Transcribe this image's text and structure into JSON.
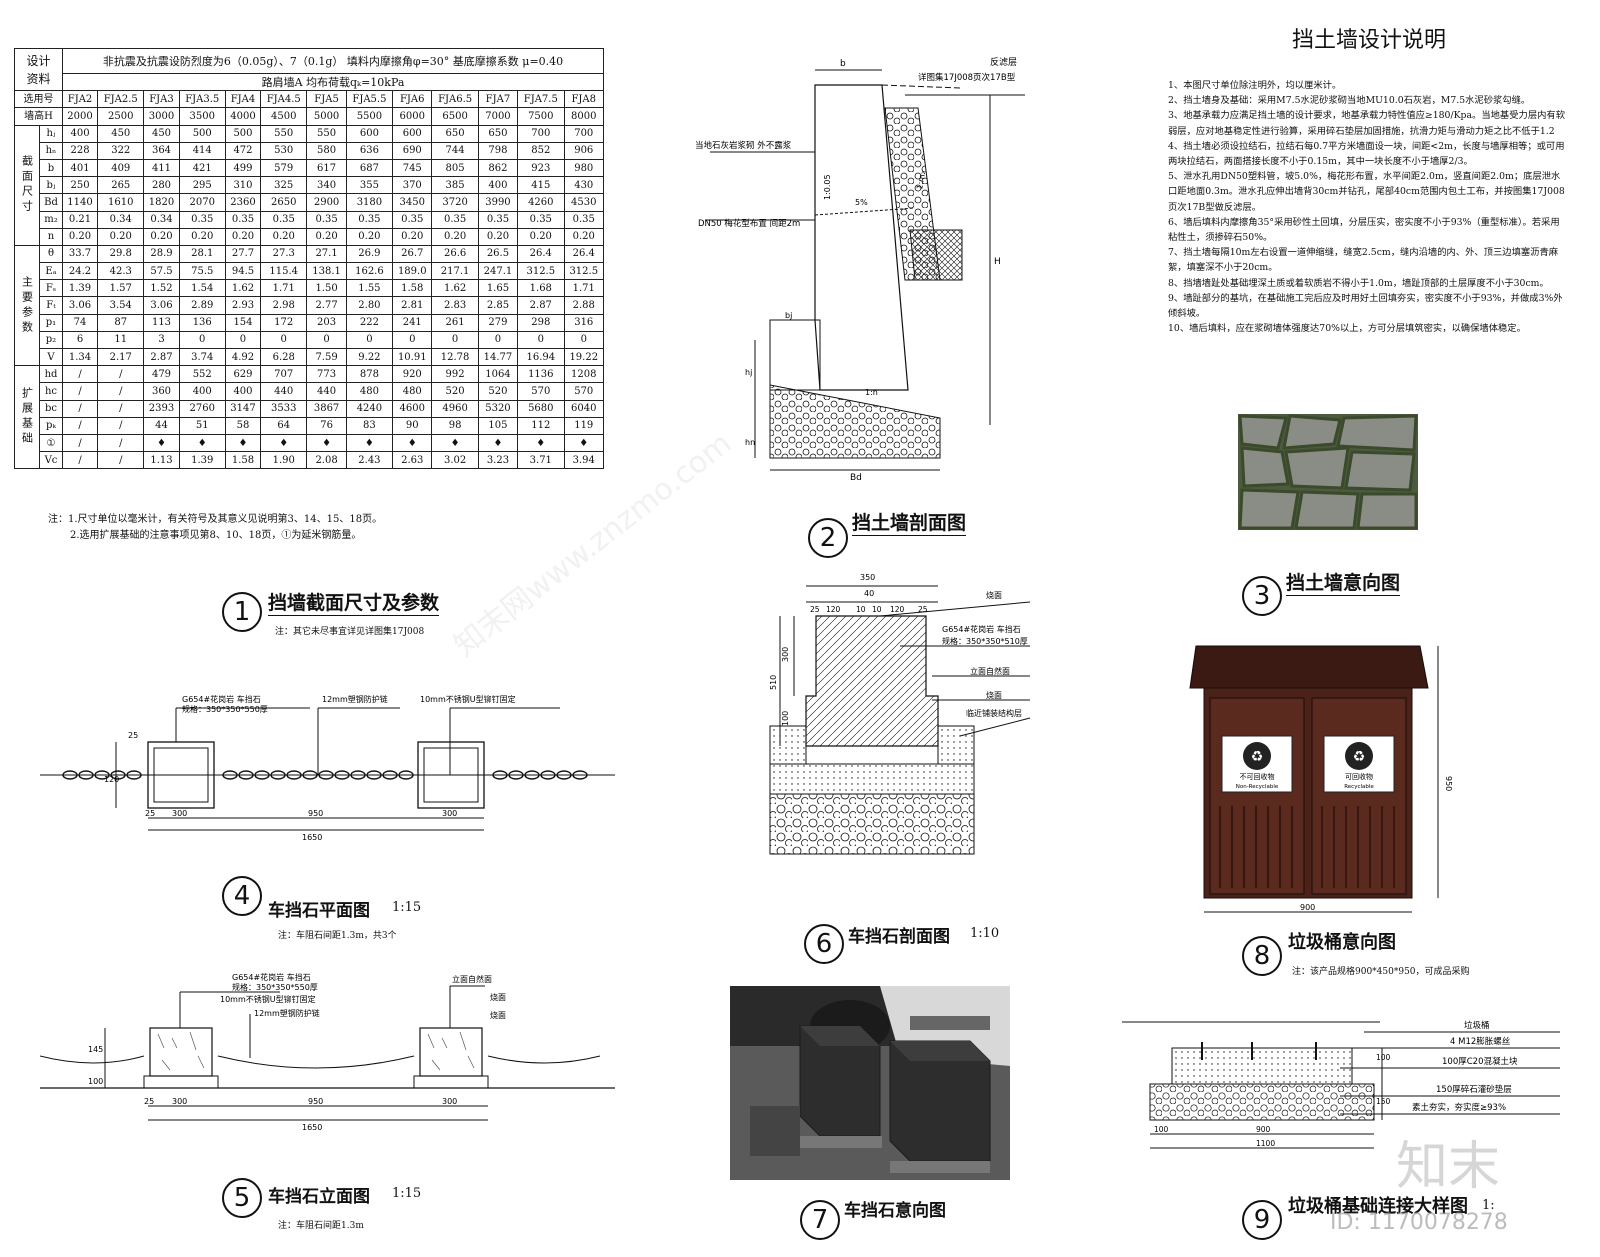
{
  "table": {
    "side_labels": [
      "设计\n资料",
      "截面尺寸",
      "主要参数",
      "扩展基础"
    ],
    "header_line1": "非抗震及抗震设防烈度为6（0.05g）、7（0.1g）  填料内摩擦角φ=30°  基底摩擦系数 μ=0.40",
    "header_line2": "路肩墙A        均布荷载qₖ=10kPa",
    "row_model_label": "选用号",
    "row_height_label": "墙高H",
    "models": [
      "FJA2",
      "FJA2.5",
      "FJA3",
      "FJA3.5",
      "FJA4",
      "FJA4.5",
      "FJA5",
      "FJA5.5",
      "FJA6",
      "FJA6.5",
      "FJA7",
      "FJA7.5",
      "FJA8"
    ],
    "heights": [
      "2000",
      "2500",
      "3000",
      "3500",
      "4000",
      "4500",
      "5000",
      "5500",
      "6000",
      "6500",
      "7000",
      "7500",
      "8000"
    ],
    "section_rows": [
      {
        "label": "hⱼ",
        "values": [
          "400",
          "450",
          "450",
          "500",
          "500",
          "550",
          "550",
          "600",
          "600",
          "650",
          "650",
          "700",
          "700"
        ]
      },
      {
        "label": "hₙ",
        "values": [
          "228",
          "322",
          "364",
          "414",
          "472",
          "530",
          "580",
          "636",
          "690",
          "744",
          "798",
          "852",
          "906"
        ]
      },
      {
        "label": "b",
        "values": [
          "401",
          "409",
          "411",
          "421",
          "499",
          "579",
          "617",
          "687",
          "745",
          "805",
          "862",
          "923",
          "980"
        ]
      },
      {
        "label": "bⱼ",
        "values": [
          "250",
          "265",
          "280",
          "295",
          "310",
          "325",
          "340",
          "355",
          "370",
          "385",
          "400",
          "415",
          "430"
        ]
      },
      {
        "label": "Bd",
        "values": [
          "1140",
          "1610",
          "1820",
          "2070",
          "2360",
          "2650",
          "2900",
          "3180",
          "3450",
          "3720",
          "3990",
          "4260",
          "4530"
        ]
      },
      {
        "label": "m₂",
        "values": [
          "0.21",
          "0.34",
          "0.34",
          "0.35",
          "0.35",
          "0.35",
          "0.35",
          "0.35",
          "0.35",
          "0.35",
          "0.35",
          "0.35",
          "0.35"
        ]
      },
      {
        "label": "n",
        "values": [
          "0.20",
          "0.20",
          "0.20",
          "0.20",
          "0.20",
          "0.20",
          "0.20",
          "0.20",
          "0.20",
          "0.20",
          "0.20",
          "0.20",
          "0.20"
        ]
      }
    ],
    "param_rows": [
      {
        "label": "θ",
        "values": [
          "33.7",
          "29.8",
          "28.9",
          "28.1",
          "27.7",
          "27.3",
          "27.1",
          "26.9",
          "26.7",
          "26.6",
          "26.5",
          "26.4",
          "26.4"
        ]
      },
      {
        "label": "Eₐ",
        "values": [
          "24.2",
          "42.3",
          "57.5",
          "75.5",
          "94.5",
          "115.4",
          "138.1",
          "162.6",
          "189.0",
          "217.1",
          "247.1",
          "312.5",
          "312.5"
        ]
      },
      {
        "label": "Fₛ",
        "values": [
          "1.39",
          "1.57",
          "1.52",
          "1.54",
          "1.62",
          "1.71",
          "1.50",
          "1.55",
          "1.58",
          "1.62",
          "1.65",
          "1.68",
          "1.71"
        ]
      },
      {
        "label": "Fₜ",
        "values": [
          "3.06",
          "3.54",
          "3.06",
          "2.89",
          "2.93",
          "2.98",
          "2.77",
          "2.80",
          "2.81",
          "2.83",
          "2.85",
          "2.87",
          "2.88"
        ]
      },
      {
        "label": "p₁",
        "values": [
          "74",
          "87",
          "113",
          "136",
          "154",
          "172",
          "203",
          "222",
          "241",
          "261",
          "279",
          "298",
          "316"
        ]
      },
      {
        "label": "p₂",
        "values": [
          "6",
          "11",
          "3",
          "0",
          "0",
          "0",
          "0",
          "0",
          "0",
          "0",
          "0",
          "0",
          "0"
        ]
      },
      {
        "label": "V",
        "values": [
          "1.34",
          "2.17",
          "2.87",
          "3.74",
          "4.92",
          "6.28",
          "7.59",
          "9.22",
          "10.91",
          "12.78",
          "14.77",
          "16.94",
          "19.22"
        ]
      }
    ],
    "ext_rows": [
      {
        "label": "hd",
        "values": [
          "/",
          "/",
          "479",
          "552",
          "629",
          "707",
          "773",
          "878",
          "920",
          "992",
          "1064",
          "1136",
          "1208"
        ]
      },
      {
        "label": "hc",
        "values": [
          "/",
          "/",
          "360",
          "400",
          "400",
          "440",
          "440",
          "480",
          "480",
          "520",
          "520",
          "570",
          "570"
        ]
      },
      {
        "label": "bc",
        "values": [
          "/",
          "/",
          "2393",
          "2760",
          "3147",
          "3533",
          "3867",
          "4240",
          "4600",
          "4960",
          "5320",
          "5680",
          "6040"
        ]
      },
      {
        "label": "pₖ",
        "values": [
          "/",
          "/",
          "44",
          "51",
          "58",
          "64",
          "76",
          "83",
          "90",
          "98",
          "105",
          "112",
          "119"
        ]
      },
      {
        "label": "①",
        "values": [
          "/",
          "/",
          "♦",
          "♦",
          "♦",
          "♦",
          "♦",
          "♦",
          "♦",
          "♦",
          "♦",
          "♦",
          "♦"
        ]
      },
      {
        "label": "Vc",
        "values": [
          "/",
          "/",
          "1.13",
          "1.39",
          "1.58",
          "1.90",
          "2.08",
          "2.43",
          "2.63",
          "3.02",
          "3.23",
          "3.71",
          "3.94"
        ]
      }
    ],
    "notes": [
      "注：1.尺寸单位以毫米计，有关符号及其意义见说明第3、14、15、18页。",
      "2.选用扩展基础的注意事项见第8、10、18页，①为延米钢筋量。"
    ]
  },
  "figures": [
    {
      "num": "1",
      "title": "挡墙截面尺寸及参数",
      "note": "注：其它未尽事宜详见详图集17J008",
      "scale": ""
    },
    {
      "num": "2",
      "title": "挡土墙剖面图",
      "note": "",
      "scale": ""
    },
    {
      "num": "3",
      "title": "挡土墙意向图",
      "note": "",
      "scale": ""
    },
    {
      "num": "4",
      "title": "车挡石平面图",
      "note": "注：车阻石间距1.3m，共3个",
      "scale": "1:15"
    },
    {
      "num": "5",
      "title": "车挡石立面图",
      "note": "注：车阻石间距1.3m",
      "scale": "1:15"
    },
    {
      "num": "6",
      "title": "车挡石剖面图",
      "note": "",
      "scale": "1:10"
    },
    {
      "num": "7",
      "title": "车挡石意向图",
      "note": "",
      "scale": ""
    },
    {
      "num": "8",
      "title": "垃圾桶意向图",
      "note": "注：该产品规格900*450*950，可成品采购",
      "scale": ""
    },
    {
      "num": "9",
      "title": "垃圾桶基础连接大样图",
      "note": "",
      "scale": "1:"
    }
  ],
  "design_notes": {
    "title": "挡土墙设计说明",
    "items": [
      "1、本图尺寸单位除注明外，均以厘米计。",
      "2、挡土墙身及基础：采用M7.5水泥砂浆砌当地MU10.0石灰岩，M7.5水泥砂浆勾缝。",
      "3、地基承载力应满足挡土墙的设计要求，地基承载力特性值应≥180/Kpa。当地基受力层内有软弱层，应对地基稳定性进行验算，采用碎石垫层加固措施，抗滑力矩与滑动力矩之比不低于1.2",
      "4、挡土墙必须设拉结石，拉结石每0.7平方米墙面设一块，间距<2m，长度与墙厚相等；或可用两块拉结石，两面搭接长度不小于0.15m，其中一块长度不小于墙厚2/3。",
      "5、泄水孔用DN50塑料管，坡5.0%，梅花形布置，水平间距2.0m，竖直间距2.0m；底层泄水口距地面0.3m。泄水孔应伸出墙背30cm并钻孔，尾部40cm范围内包土工布，并按图集17J008页次17B型做反滤层。",
      "6、墙后填料内摩擦角35°采用砂性土回填，分层压实，密实度不小于93%（重型标准）。若采用粘性土，须掺碎石50%。",
      "7、挡土墙每隔10m左右设置一道伸缩缝，缝宽2.5cm，缝内沿墙的内、外、顶三边填塞沥青麻絮，填塞深不小于20cm。",
      "8、挡墙墙趾处基础埋深土质或着软质岩不得小于1.0m，墙趾顶部的土层厚度不小于30cm。",
      "9、墙趾部分的基坑，在基础施工完后应及时用好土回填夯实，密实度不小于93%，并做成3%外倾斜坡。",
      "10、墙后填料，应在浆砌墙体强度达70%以上，方可分层填筑密实，以确保墙体稳定。"
    ]
  },
  "fig2_labels": {
    "b": "b",
    "filter": "反滤层",
    "filter_ref": "详图集17J008页次17B型",
    "masonry": "当地石灰岩浆砌 外不露浆",
    "slope1": "1:0.05",
    "slope2": "1:m₂",
    "drain_slope": "5%",
    "drain": "DN50 梅花型布置 间距2m",
    "H": "H",
    "bj": "bj",
    "hj": "hj",
    "hn": "hn",
    "base_slope": "1:n",
    "Bd": "Bd"
  },
  "fig4_labels": {
    "stone": "G654#花岗岩 车挡石",
    "spec": "规格：350*350*550厚",
    "chain": "12mm塑钢防护链",
    "fix": "10mm不锈钢U型铆钉固定",
    "d25": "25",
    "d120": "120",
    "d300": "300",
    "d950": "950",
    "d1650": "1650"
  },
  "fig5_labels": {
    "stone": "G654#花岗岩 车挡石",
    "spec": "规格：350*350*550厚",
    "fix": "10mm不锈钢U型铆钉固定",
    "chain": "12mm塑钢防护链",
    "face": "立面自然面",
    "burn1": "烧面",
    "burn2": "烧面",
    "d145": "145",
    "d100": "100",
    "d25": "25",
    "d300": "300",
    "d950": "950",
    "d1650": "1650"
  },
  "fig6_labels": {
    "d350": "350",
    "d40": "40",
    "d25": "25",
    "d120": "120",
    "d10": "10",
    "d300": "300",
    "d510": "510",
    "d100": "100",
    "burn": "烧面",
    "stone": "G654#花岗岩 车挡石",
    "spec": "规格：350*350*510厚",
    "face": "立面自然面",
    "burn2": "烧面",
    "paving": "临近铺装结构层"
  },
  "fig8_labels": {
    "d950": "950",
    "d900": "900",
    "left_bin": "不可回收物",
    "left_bin_en": "Non-Recyclable",
    "right_bin": "可回收物",
    "right_bin_en": "Recyclable"
  },
  "fig9_labels": {
    "bin": "垃圾桶",
    "bolt": "4 M12膨胀螺丝",
    "concrete": "100厚C20混凝土块",
    "gravel": "150厚碎石灌砂垫层",
    "soil": "素土夯实，夯实度≥93%",
    "d100": "100",
    "d900": "900",
    "d1100": "1100",
    "d150": "150"
  },
  "watermark": {
    "brand": "知末",
    "id": "ID: 1170078278",
    "repeat": "知末网www.znzmo.com"
  }
}
